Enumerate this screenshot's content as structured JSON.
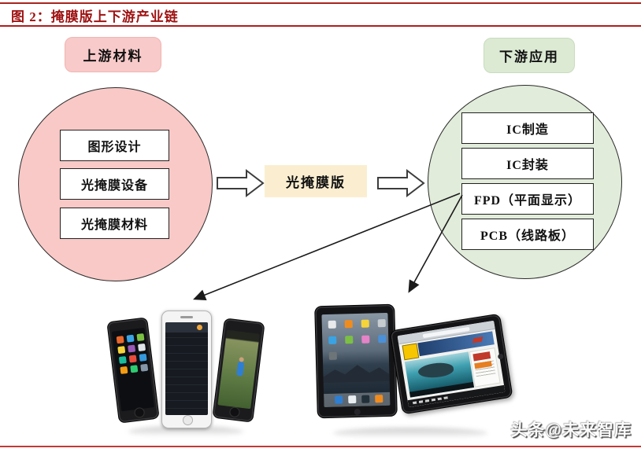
{
  "figure_title": "图 2：掩膜版上下游产业链",
  "upstream": {
    "label": "上游材料",
    "items": [
      "图形设计",
      "光掩膜设备",
      "光掩膜材料"
    ]
  },
  "product": {
    "label": "光掩膜版"
  },
  "downstream": {
    "label": "下游应用",
    "items": [
      "IC制造",
      "IC封装",
      "FPD（平面显示）",
      "PCB（线路板）"
    ]
  },
  "watermark": "头条@未来智库",
  "images": {
    "phones_caption": "smartphones (iPhone) product photo",
    "tablets_caption": "tablets (iPad) product photo"
  },
  "colors": {
    "title_red": "#9e1111",
    "rule_red": "#b01d1d",
    "upstream_pink": "#f8c9c7",
    "downstream_green": "#e1ecda",
    "product_yellow": "#fbeed0",
    "box_border": "#222222"
  }
}
